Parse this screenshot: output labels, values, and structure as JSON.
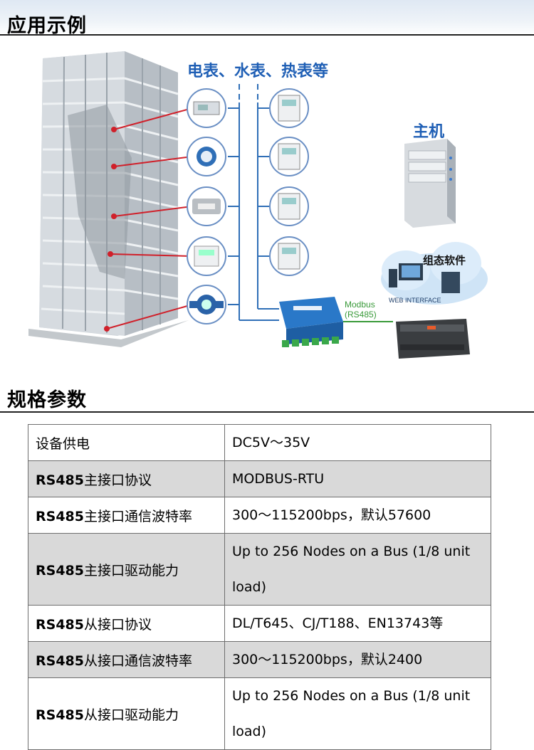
{
  "header": {
    "title": "应用示例"
  },
  "diagram": {
    "devices_label": "电表、水表、热表等",
    "host_label": "主机",
    "software_label": "组态软件",
    "web_label": "WEB INTERFACE",
    "bus_label_1": "Modbus",
    "bus_label_2": "(RS485)",
    "colors": {
      "accent_blue": "#1f5fb5",
      "bus_green": "#3a9a3a",
      "callout_red": "#d0202a",
      "line_blue": "#2f6fb7"
    }
  },
  "spec_section": {
    "title": "规格参数"
  },
  "spec_rows": [
    {
      "prefix": "",
      "key": "设备供电",
      "value": "DC5V～35V",
      "shaded": false
    },
    {
      "prefix": "RS485",
      "key": "主接口协议",
      "value": "MODBUS-RTU",
      "shaded": true
    },
    {
      "prefix": "RS485",
      "key": "主接口通信波特率",
      "value": "300～115200bps，默认57600",
      "shaded": false
    },
    {
      "prefix": "RS485",
      "key": "主接口驱动能力",
      "value": "Up to 256 Nodes on a Bus (1/8 unit load)",
      "shaded": true
    },
    {
      "prefix": "RS485",
      "key": "从接口协议",
      "value": "DL/T645、CJ/T188、EN13743等",
      "shaded": false
    },
    {
      "prefix": "RS485",
      "key": "从接口通信波特率",
      "value": "300～115200bps，默认2400",
      "shaded": true
    },
    {
      "prefix": "RS485",
      "key": "从接口驱动能力",
      "value": "Up to 256 Nodes on a Bus (1/8 unit load)",
      "shaded": false
    }
  ]
}
